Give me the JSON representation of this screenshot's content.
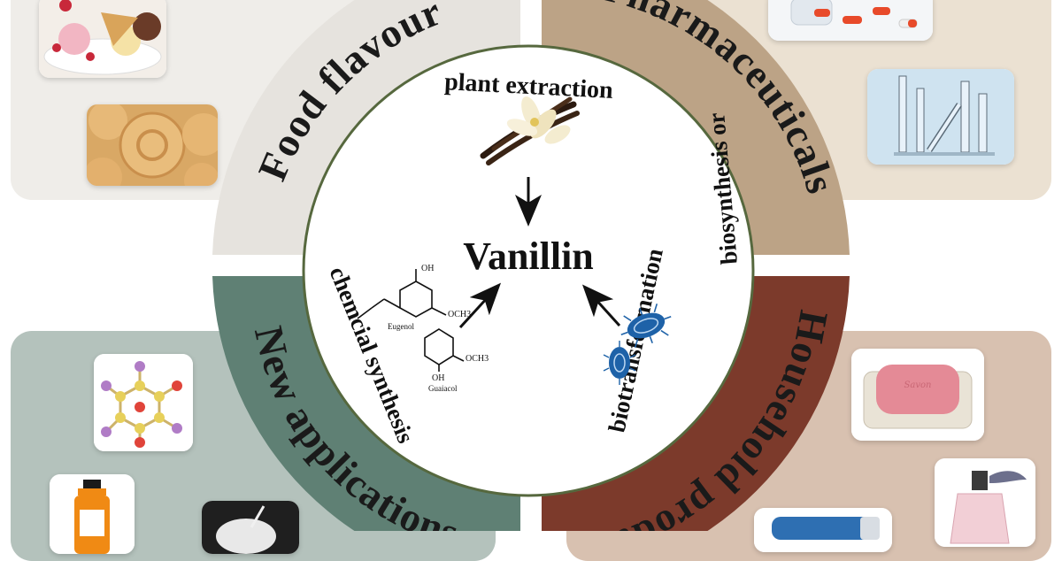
{
  "center": {
    "title": "Vanillin",
    "top_label": "plant extraction",
    "left_label": "chemcial synthesis",
    "right_label_1": "biosynthesis or",
    "right_label_2": "biotransformation",
    "molecule_eugenol": "Eugenol",
    "molecule_guaiacol": "Guaiacol",
    "oh": "OH",
    "och3": "OCH3"
  },
  "quadrants": {
    "food": "Food flavour",
    "pharma": "Pharmaceuticals",
    "new_app": "New applications",
    "household": "Household products"
  },
  "images": {
    "ice_cream": "ice-cream-photo",
    "cookies": "butter-cookies-photo",
    "pills": "capsules-photo",
    "syringes": "syringes-photo",
    "molecule_model": "molecule-model",
    "bottle": "orange-bottle-photo",
    "fiber": "white-fiber-photo",
    "soap": "pink-soap-photo",
    "perfume": "perfume-bottle-photo",
    "tube": "blue-tube-photo"
  },
  "colors": {
    "food_ring": "#e6e3de",
    "food_panel": "#efede9",
    "pharma_ring": "#bca386",
    "pharma_panel": "#ebe1d2",
    "new_ring": "#5f8074",
    "new_panel": "#b4c2bc",
    "house_ring": "#7c3a2b",
    "house_panel": "#d8c1b0",
    "center_border": "#56683e",
    "bacteria": "#1e62a8"
  }
}
